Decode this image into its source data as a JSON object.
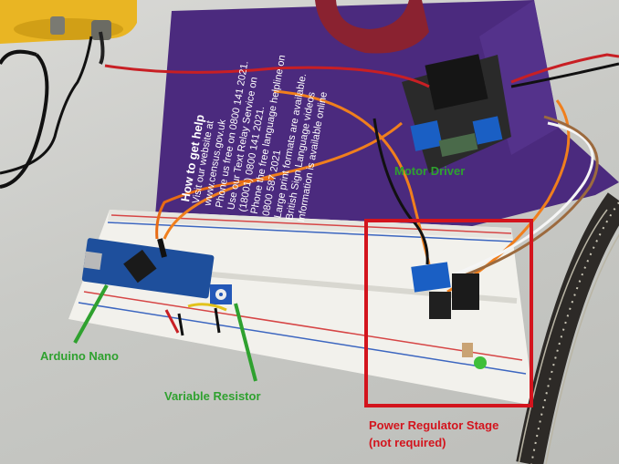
{
  "labels": {
    "motor_driver": "Motor Driver",
    "arduino_nano": "Arduino Nano",
    "variable_resistor": "Variable Resistor",
    "power_regulator_line1": "Power Regulator Stage",
    "power_regulator_line2": "(not required)"
  },
  "leaflet": {
    "heading": "How to get help",
    "lines": [
      "Visit our website at",
      "www.census.gov.uk",
      "Phone us free on 0800 141 2021.",
      "Use our Text Relay Service on",
      "(18001) 0800 141 2021.",
      "Phone the free language helpline on",
      "0800 587 2021",
      "Large print formats are available.",
      "British Sign Language videos",
      "Information is available online"
    ]
  },
  "colors": {
    "annotation_green": "#2fa12f",
    "annotation_red": "#d3141d",
    "breadboard": "#f2f1ec",
    "arduino_pcb": "#1e4f9c",
    "leaflet_purple": "#4b2a7e"
  }
}
